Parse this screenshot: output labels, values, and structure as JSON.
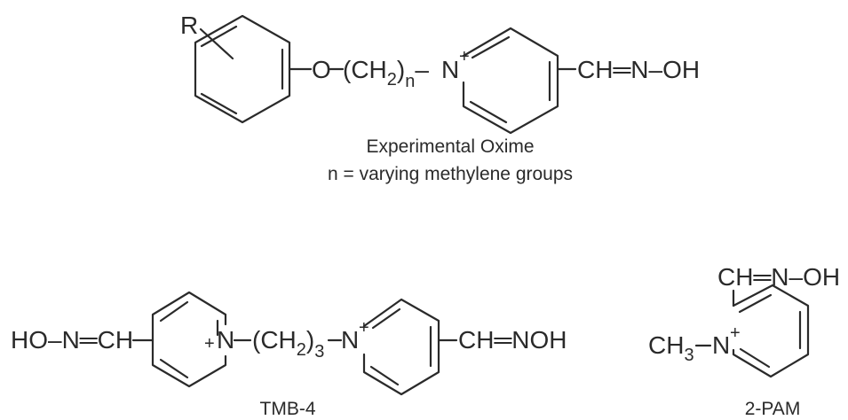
{
  "experimental_oxime": {
    "substituent": "R",
    "oxygen": "O",
    "chain_open": "(CH",
    "chain_sub": "2",
    "chain_close": ")",
    "chain_n": "n",
    "dash": "–",
    "ring_n": "N",
    "plus": "+",
    "oxime_group": "CH═N–OH",
    "caption_line1": "Experimental Oxime",
    "caption_line2": "n = varying methylene groups"
  },
  "tmb4": {
    "left_oxime": "HO–N═CH",
    "left_plus": "+",
    "left_n": "N",
    "chain_open": "(CH",
    "chain_sub": "2",
    "chain_close": ")",
    "chain_count": "3",
    "right_n": "N",
    "right_plus": "+",
    "right_oxime": "CH═NOH",
    "caption": "TMB-4"
  },
  "pam2": {
    "oxime_group": "CH═N–OH",
    "methyl": "CH",
    "methyl_sub": "3",
    "ring_n": "N",
    "plus": "+",
    "caption": "2-PAM"
  }
}
